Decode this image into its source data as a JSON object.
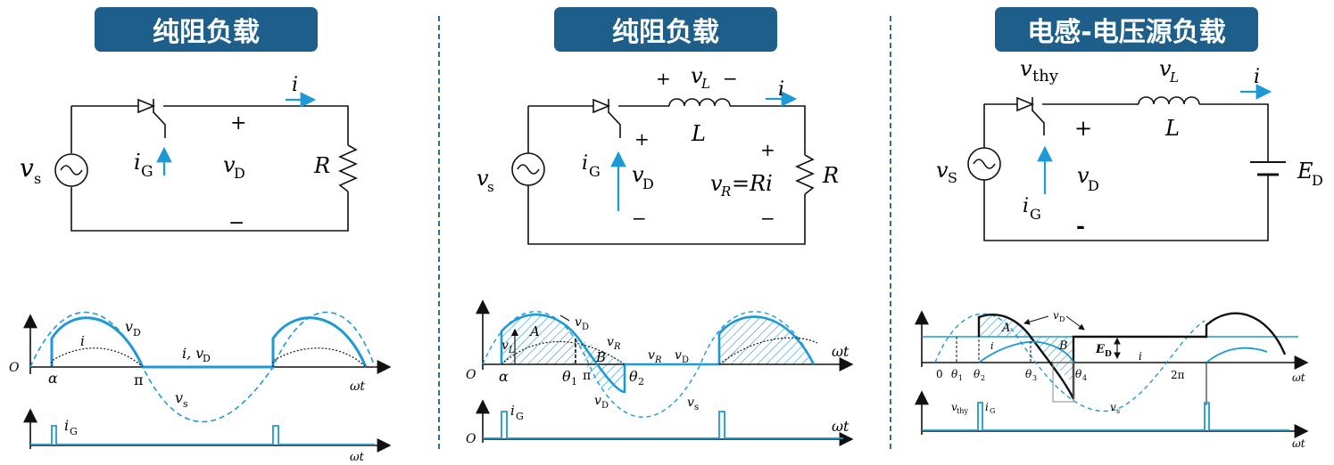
{
  "panels": [
    {
      "title": "纯阻负载",
      "labels": {
        "vs": "v",
        "vs_sub": "s",
        "iG": "i",
        "iG_sub": "G",
        "vD": "v",
        "vD_sub": "D",
        "R": "R",
        "plus": "+",
        "minus": "−",
        "i": "i"
      },
      "wave": {
        "O": "O",
        "alpha": "α",
        "pi": "π",
        "wt": "ωt",
        "vD": "v",
        "vD_sub": "D",
        "i": "i",
        "i_vD": "i, v",
        "i_vD_sub": "D",
        "vs": "v",
        "vs_sub": "s",
        "iG": "i",
        "iG_sub": "G"
      }
    },
    {
      "title": "纯阻负载",
      "labels": {
        "plus_top": "+",
        "vL": "v",
        "vL_sub": "L",
        "minus_top": "−",
        "i": "i",
        "L": "L",
        "plus1": "+",
        "iG": "i",
        "iG_sub": "G",
        "vD": "v",
        "vD_sub": "D",
        "vs": "v",
        "vs_sub": "s",
        "minus1": "−",
        "plus2": "+",
        "vR_eq": "v",
        "vR_sub": "R",
        "vR_rhs": "=Ri",
        "minus2": "−",
        "R": "R"
      },
      "wave": {
        "O": "O",
        "alpha": "α",
        "theta1": "θ",
        "theta1_sub": "1",
        "pi": "π",
        "theta2": "θ",
        "theta2_sub": "2",
        "wt": "ωt",
        "A": "A",
        "B": "B",
        "vD": "v",
        "vD_sub": "D",
        "vL": "v",
        "vL_sub": "L",
        "vR": "v",
        "vR_sub": "R",
        "vR2": "v",
        "vR2_sub": "R",
        "vD2": "v",
        "vD2_sub": "D",
        "vD3": "v",
        "vD3_sub": "D",
        "vs": "v",
        "vs_sub": "s",
        "iG": "i",
        "iG_sub": "G",
        "O2": "O",
        "wt2": "ωt"
      }
    },
    {
      "title": "电感-电压源负载",
      "labels": {
        "vthy": "v",
        "vthy_sub": "thy",
        "vL": "v",
        "vL_sub": "L",
        "i": "i",
        "plus": "+",
        "L": "L",
        "vs": "v",
        "vs_sub": "S",
        "vD": "v",
        "vD_sub": "D",
        "ED": "E",
        "ED_sub": "D",
        "iG": "i",
        "iG_sub": "G",
        "minus": "-"
      },
      "wave": {
        "vD": "v",
        "vD_sub": "D",
        "A": "A",
        "i": "i",
        "B": "B",
        "ED": "E",
        "ED_sub": "D",
        "i2": "i",
        "zero": "0",
        "theta1": "θ",
        "theta1_sub": "1",
        "theta2": "θ",
        "theta2_sub": "2",
        "theta3": "θ",
        "theta3_sub": "3",
        "theta4": "θ",
        "theta4_sub": "4",
        "twopi": "2π",
        "wt": "ωt",
        "vs": "v",
        "vs_sub": "s",
        "vthy": "v",
        "vthy_sub": "thy",
        "iG": "i",
        "iG_sub": "G",
        "wt2": "ωt"
      }
    }
  ],
  "colors": {
    "accent": "#1d9ad6",
    "title_bg": "#1d5f8a",
    "ink": "#111111"
  }
}
